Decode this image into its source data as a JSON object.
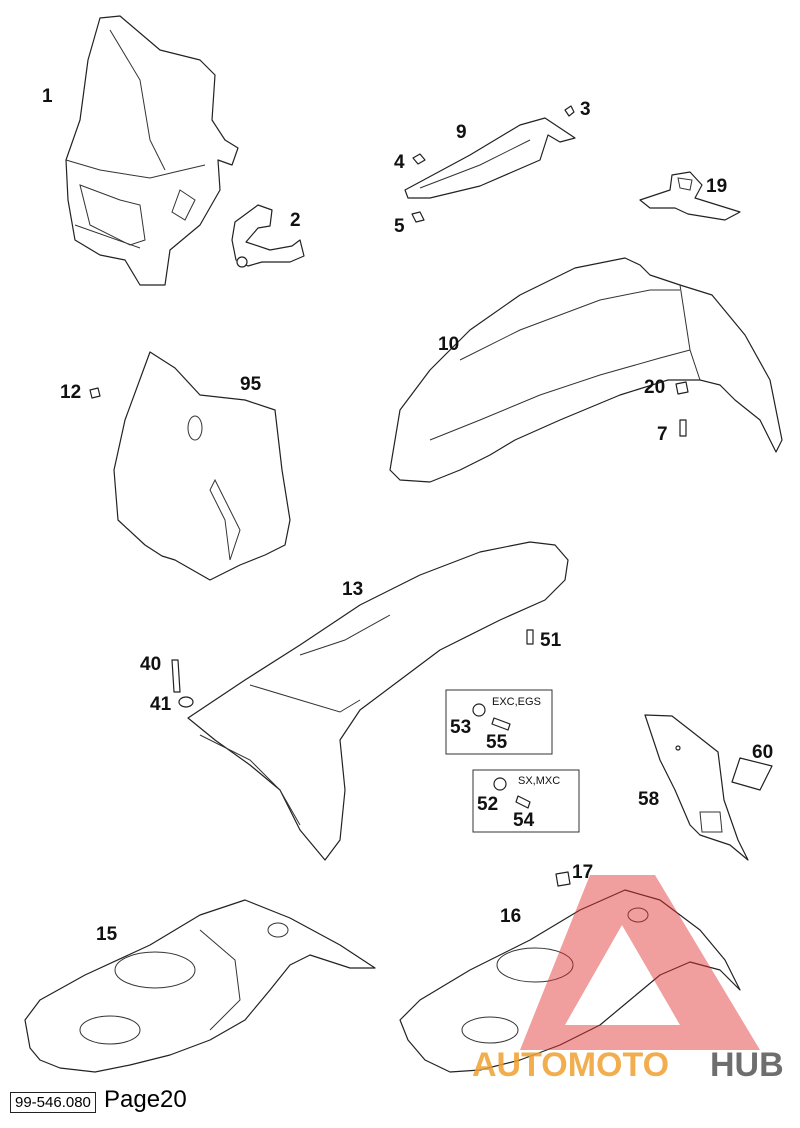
{
  "labels": {
    "l1": "1",
    "l2": "2",
    "l3": "3",
    "l4": "4",
    "l5": "5",
    "l7": "7",
    "l9": "9",
    "l10": "10",
    "l12": "12",
    "l13": "13",
    "l15": "15",
    "l16": "16",
    "l17": "17",
    "l19": "19",
    "l20": "20",
    "l40": "40",
    "l41": "41",
    "l51": "51",
    "l52": "52",
    "l53": "53",
    "l54": "54",
    "l55": "55",
    "l58": "58",
    "l60": "60",
    "l95": "95"
  },
  "variant_boxes": {
    "exc_egs": "EXC,EGS",
    "sx_mxc": "SX,MXC"
  },
  "footer": {
    "code": "99-546.080",
    "page": "Page20"
  },
  "watermark": {
    "part1": "AUTOMOTO",
    "part2": "HUB",
    "color1": "#f0a030",
    "color2": "#555555",
    "logo_color": "#e03030"
  }
}
